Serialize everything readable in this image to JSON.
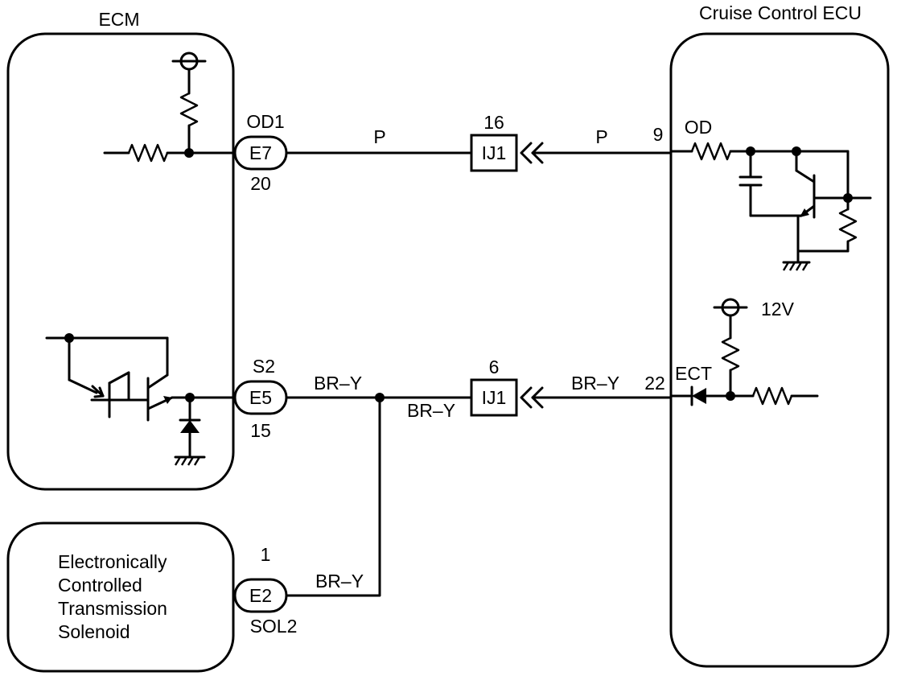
{
  "ecm": {
    "title": "ECM"
  },
  "cruise": {
    "title": "Cruise Control ECU"
  },
  "solenoid": {
    "line1": "Electronically",
    "line2": "Controlled",
    "line3": "Transmission",
    "line4": "Solenoid"
  },
  "od_circuit": {
    "ecm_terminal": "OD1",
    "connector": "E7",
    "pin": "20",
    "wire_left": "P",
    "junction": "IJ1",
    "junction_pin": "16",
    "wire_right": "P",
    "cruise_pin": "9",
    "cruise_terminal": "OD"
  },
  "ect_circuit": {
    "ecm_terminal": "S2",
    "connector": "E5",
    "pin": "15",
    "wire_top": "BR–Y",
    "wire_bottom": "BR–Y",
    "junction": "IJ1",
    "junction_pin": "6",
    "wire_right": "BR–Y",
    "cruise_pin": "22",
    "cruise_terminal": "ECT",
    "voltage": "12V"
  },
  "solenoid_circuit": {
    "connector": "E2",
    "pin": "1",
    "terminal": "SOL2",
    "wire": "BR–Y"
  }
}
